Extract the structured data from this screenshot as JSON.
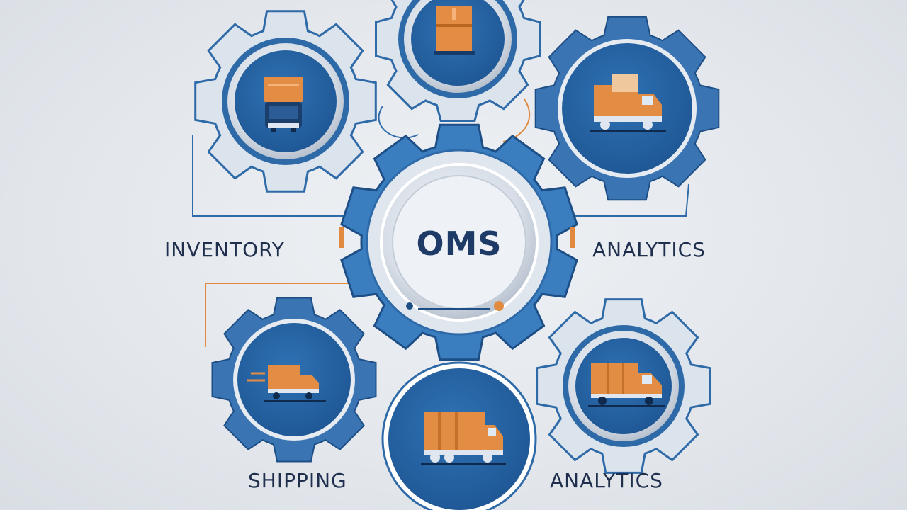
{
  "center": {
    "label": "OMS"
  },
  "labels": {
    "inventory": "INVENTORY",
    "analytics_top": "ANALYTICS",
    "shipping": "SHIPPING",
    "analytics_bottom": "ANALYTICS"
  },
  "colors": {
    "background": "#e5e9ee",
    "gear_blue": "#3a74b2",
    "gear_light": "#dbe3ec",
    "outline": "#2f6aa8",
    "navy": "#1d4e86",
    "accent_orange": "#e0893f",
    "text": "#1f2f4d"
  },
  "icons": {
    "top_left_gear": "truck-front-icon",
    "top_gear": "box-stack-icon",
    "top_right_gear": "delivery-truck-icon",
    "bottom_left_gear": "moving-truck-icon",
    "bottom_center_circle": "cargo-truck-icon",
    "bottom_right_gear": "delivery-truck-icon"
  }
}
